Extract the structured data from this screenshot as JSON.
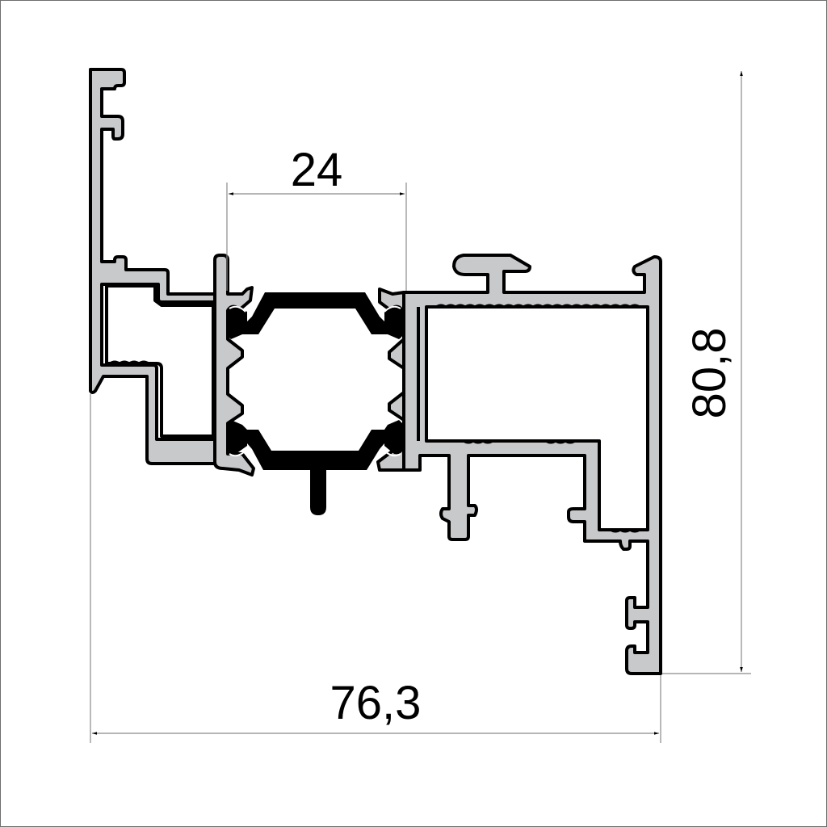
{
  "drawing": {
    "type": "aluminium-profile-cross-section",
    "colors": {
      "profile_fill": "#c8c9cb",
      "outline": "#000000",
      "gasket": "#000000",
      "dimension_line": "#8a8a8a",
      "background": "#ffffff"
    }
  },
  "dimensions": {
    "glazing_gap": {
      "label": "24"
    },
    "overall_width": {
      "label": "76,3"
    },
    "overall_height": {
      "label": "80,8"
    }
  }
}
